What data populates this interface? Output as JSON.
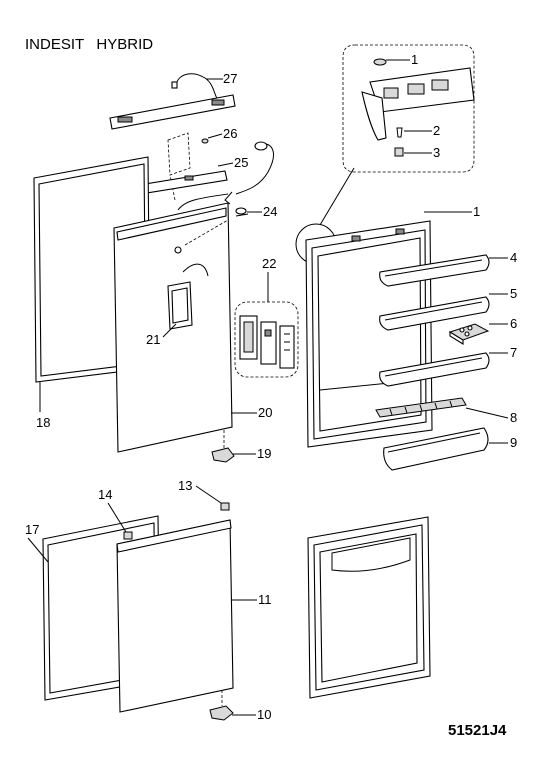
{
  "header": {
    "title": "INDESIT   HYBRID"
  },
  "footer": {
    "drawing_code": "51521J4"
  },
  "callouts": {
    "c1_top": "1",
    "c1_mid": "1",
    "c2": "2",
    "c3": "3",
    "c4": "4",
    "c5": "5",
    "c6": "6",
    "c7": "7",
    "c8": "8",
    "c9": "9",
    "c10": "10",
    "c11": "11",
    "c13": "13",
    "c14": "14",
    "c17": "17",
    "c18": "18",
    "c19": "19",
    "c20": "20",
    "c21": "21",
    "c22": "22",
    "c24": "24",
    "c25": "25",
    "c26": "26",
    "c27": "27"
  }
}
